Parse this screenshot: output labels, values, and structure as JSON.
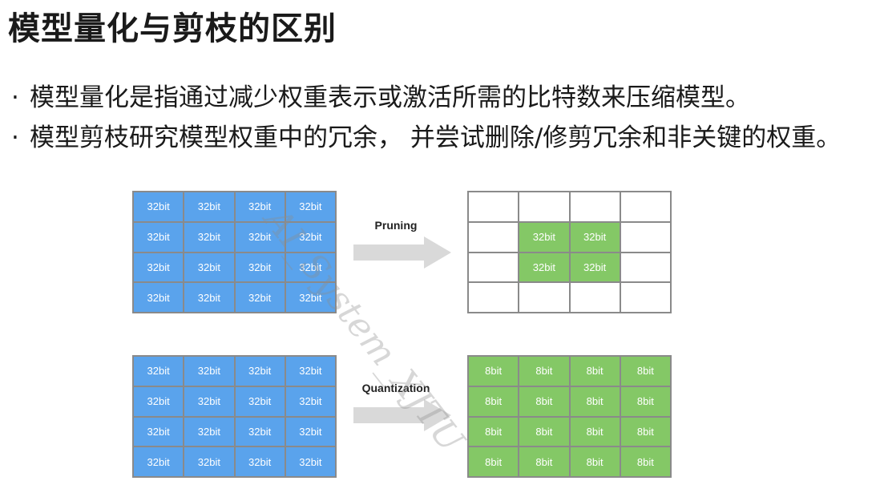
{
  "title": "模型量化与剪枝的区别",
  "bullets": [
    {
      "dot": "·",
      "text": "模型量化是指通过减少权重表示或激活所需的比特数来压缩模型。"
    },
    {
      "dot": "·",
      "text": "模型剪枝研究模型权重中的冗余， 并尝试删除/修剪冗余和非关键的权重。"
    }
  ],
  "watermark": "AI_System_XJTU",
  "colors": {
    "blue": "#5aa3ec",
    "green": "#84c866",
    "arrow": "#d9d9d9"
  },
  "pruning": {
    "label": "Pruning",
    "source_cells": [
      "32bit",
      "32bit",
      "32bit",
      "32bit",
      "32bit",
      "32bit",
      "32bit",
      "32bit",
      "32bit",
      "32bit",
      "32bit",
      "32bit",
      "32bit",
      "32bit",
      "32bit",
      "32bit"
    ],
    "result_cells": [
      "",
      "",
      "",
      "",
      "",
      "32bit",
      "32bit",
      "",
      "",
      "32bit",
      "32bit",
      "",
      "",
      "",
      "",
      ""
    ]
  },
  "quantization": {
    "label": "Quantization",
    "source_cells": [
      "32bit",
      "32bit",
      "32bit",
      "32bit",
      "32bit",
      "32bit",
      "32bit",
      "32bit",
      "32bit",
      "32bit",
      "32bit",
      "32bit",
      "32bit",
      "32bit",
      "32bit",
      "32bit"
    ],
    "result_cells": [
      "8bit",
      "8bit",
      "8bit",
      "8bit",
      "8bit",
      "8bit",
      "8bit",
      "8bit",
      "8bit",
      "8bit",
      "8bit",
      "8bit",
      "8bit",
      "8bit",
      "8bit",
      "8bit"
    ]
  }
}
